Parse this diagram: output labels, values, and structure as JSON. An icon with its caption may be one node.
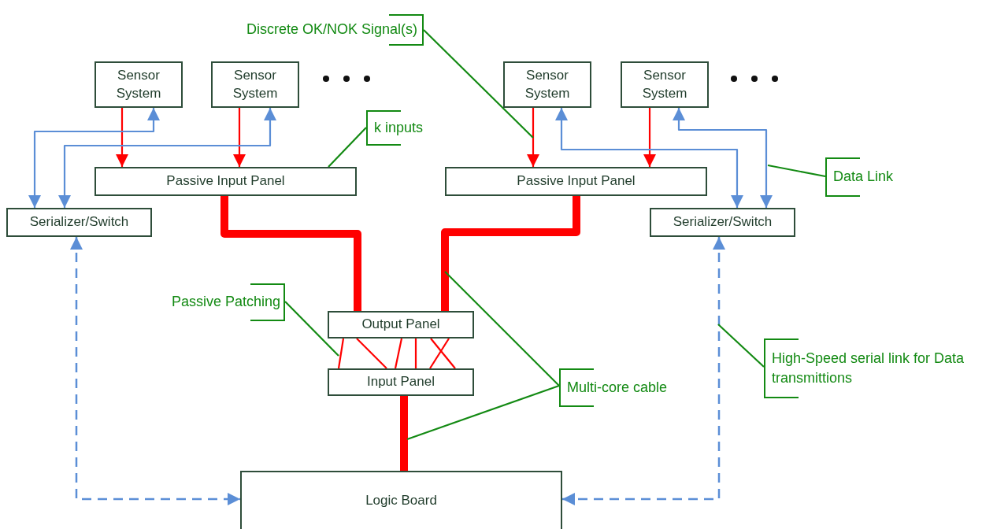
{
  "diagram": {
    "nodes": [
      {
        "text": [
          "Sensor System"
        ]
      },
      {
        "text": [
          "Sensor System"
        ]
      },
      {
        "text": [
          "Sensor System"
        ]
      },
      {
        "text": [
          "Sensor System"
        ]
      },
      {
        "text": [
          "Passive Input Panel"
        ]
      },
      {
        "text": [
          "Passive Input Panel"
        ]
      },
      {
        "text": [
          "Serializer/Switch"
        ]
      },
      {
        "text": [
          "Serializer/Switch"
        ]
      },
      {
        "text": [
          "Output Panel"
        ]
      },
      {
        "text": [
          "Input Panel"
        ]
      },
      {
        "text": [
          "Logic Board"
        ]
      },
      {
        "text": [
          "Discrete OK/NOK Signal(s)"
        ]
      },
      {
        "text": [
          "k inputs"
        ]
      },
      {
        "text": [
          "Data Link"
        ]
      },
      {
        "text": [
          "Passive Patching"
        ]
      },
      {
        "text": [
          "Multi-core cable"
        ]
      },
      {
        "text": [
          "High-Speed serial link for Data transmittions"
        ]
      }
    ],
    "edges": [
      {
        "from": 0,
        "to": 4,
        "arrow": "to"
      },
      {
        "from": 1,
        "to": 4,
        "arrow": "to"
      },
      {
        "from": 2,
        "to": 5,
        "arrow": "to"
      },
      {
        "from": 3,
        "to": 5,
        "arrow": "to"
      },
      {
        "from": 6,
        "to": 0,
        "arrow": "both",
        "color": "#5b8ed6"
      },
      {
        "from": 6,
        "to": 1,
        "arrow": "both",
        "color": "#5b8ed6"
      },
      {
        "from": 7,
        "to": 2,
        "arrow": "both",
        "color": "#5b8ed6"
      },
      {
        "from": 7,
        "to": 3,
        "arrow": "both",
        "color": "#5b8ed6"
      },
      {
        "from": 4,
        "to": 8,
        "arrow": "none",
        "style": "thick"
      },
      {
        "from": 5,
        "to": 8,
        "arrow": "none",
        "style": "thick"
      },
      {
        "from": 8,
        "to": 9,
        "arrow": "none"
      },
      {
        "from": 8,
        "to": 9,
        "arrow": "none"
      },
      {
        "from": 8,
        "to": 9,
        "arrow": "none"
      },
      {
        "from": 8,
        "to": 9,
        "arrow": "none"
      },
      {
        "from": 8,
        "to": 9,
        "arrow": "none"
      },
      {
        "from": 8,
        "to": 9,
        "arrow": "none"
      },
      {
        "from": 9,
        "to": 10,
        "arrow": "none",
        "style": "thick"
      },
      {
        "from": 6,
        "to": 10,
        "arrow": "both",
        "style": "dashed",
        "color": "#5b8ed6"
      },
      {
        "from": 7,
        "to": 10,
        "arrow": "both",
        "style": "dashed",
        "color": "#5b8ed6"
      },
      {
        "from": 11,
        "to": null,
        "arrow": "none",
        "color": "#138a13"
      },
      {
        "from": 12,
        "to": 4,
        "arrow": "none",
        "color": "#138a13"
      },
      {
        "from": 13,
        "to": null,
        "arrow": "none",
        "color": "#138a13"
      },
      {
        "from": 14,
        "to": null,
        "arrow": "none",
        "color": "#138a13"
      },
      {
        "from": 15,
        "to": null,
        "arrow": "none",
        "color": "#138a13"
      },
      {
        "from": 15,
        "to": null,
        "arrow": "none",
        "color": "#138a13"
      },
      {
        "from": 16,
        "to": null,
        "arrow": "none",
        "color": "#138a13"
      }
    ]
  }
}
